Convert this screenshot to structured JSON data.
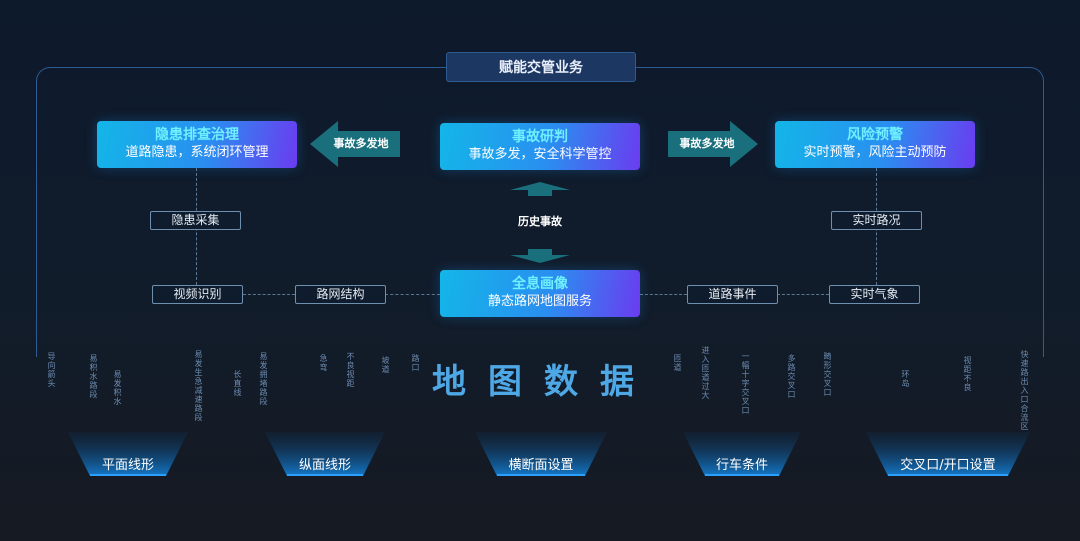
{
  "title": "赋能交管业务",
  "boxes": {
    "left": {
      "heading": "隐患排查治理",
      "sub": "道路隐患，系统闭环管理"
    },
    "center": {
      "heading": "事故研判",
      "sub": "事故多发，安全科学管控"
    },
    "right": {
      "heading": "风险预警",
      "sub": "实时预警，风险主动预防"
    },
    "bottom": {
      "heading": "全息画像",
      "sub": "静态路网地图服务"
    }
  },
  "arrows": {
    "left": "事故多发地",
    "right": "事故多发地",
    "middle": "历史事故"
  },
  "labels": {
    "hazard_collect": "隐患采集",
    "realtime_traffic": "实时路况",
    "video_recognition": "视频识别",
    "network_structure": "路网结构",
    "road_events": "道路事件",
    "realtime_weather": "实时气象"
  },
  "map_data_title": "地图数据",
  "scattered_terms": [
    "导向箭头",
    "易积水路段",
    "易发积水",
    "易发生急减速路段",
    "易发拥堵路段",
    "长直线",
    "急弯",
    "坡道",
    "路口",
    "不良视距",
    "匝道",
    "进入匝道过大",
    "一幅十字交叉口",
    "多路交叉口",
    "畸形交叉口",
    "环岛",
    "快速路出入口合流区",
    "视距不良"
  ],
  "categories": [
    "平面线形",
    "纵面线形",
    "横断面设置",
    "行车条件",
    "交叉口/开口设置"
  ],
  "colors": {
    "box_start": "#13b6e8",
    "box_end": "#6a3cf0",
    "arrow": "#1a6f7c",
    "trapezoid": "#1478c8"
  }
}
